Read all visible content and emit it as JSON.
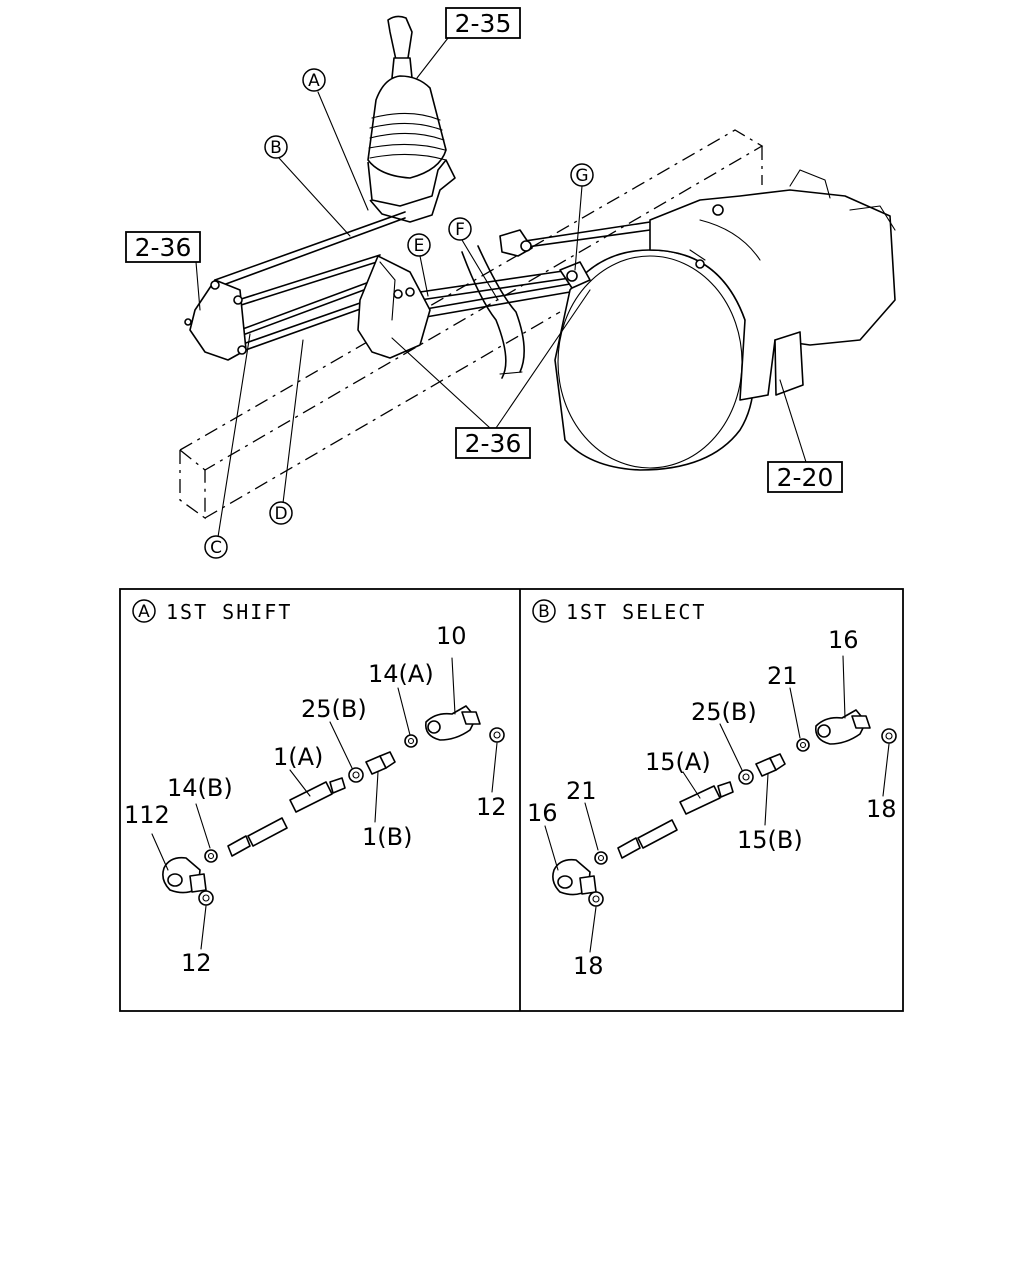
{
  "refs": {
    "r_2_35": "2-35",
    "r_2_36_left": "2-36",
    "r_2_36_bottom": "2-36",
    "r_2_20": "2-20"
  },
  "callouts": {
    "A": "A",
    "B": "B",
    "C": "C",
    "D": "D",
    "E": "E",
    "F": "F",
    "G": "G"
  },
  "panel_a": {
    "badge": "A",
    "title": "1ST SHIFT",
    "labels": {
      "p10": "10",
      "p14a": "14(A)",
      "p25b": "25(B)",
      "p1a": "1(A)",
      "p14b": "14(B)",
      "p112": "112",
      "p1b": "1(B)",
      "p12_right": "12",
      "p12_bottom": "12"
    }
  },
  "panel_b": {
    "badge": "B",
    "title": "1ST SELECT",
    "labels": {
      "p16_top": "16",
      "p21_top": "21",
      "p25b": "25(B)",
      "p15a": "15(A)",
      "p21_left": "21",
      "p16_left": "16",
      "p15b": "15(B)",
      "p18_right": "18",
      "p18_bottom": "18"
    }
  }
}
